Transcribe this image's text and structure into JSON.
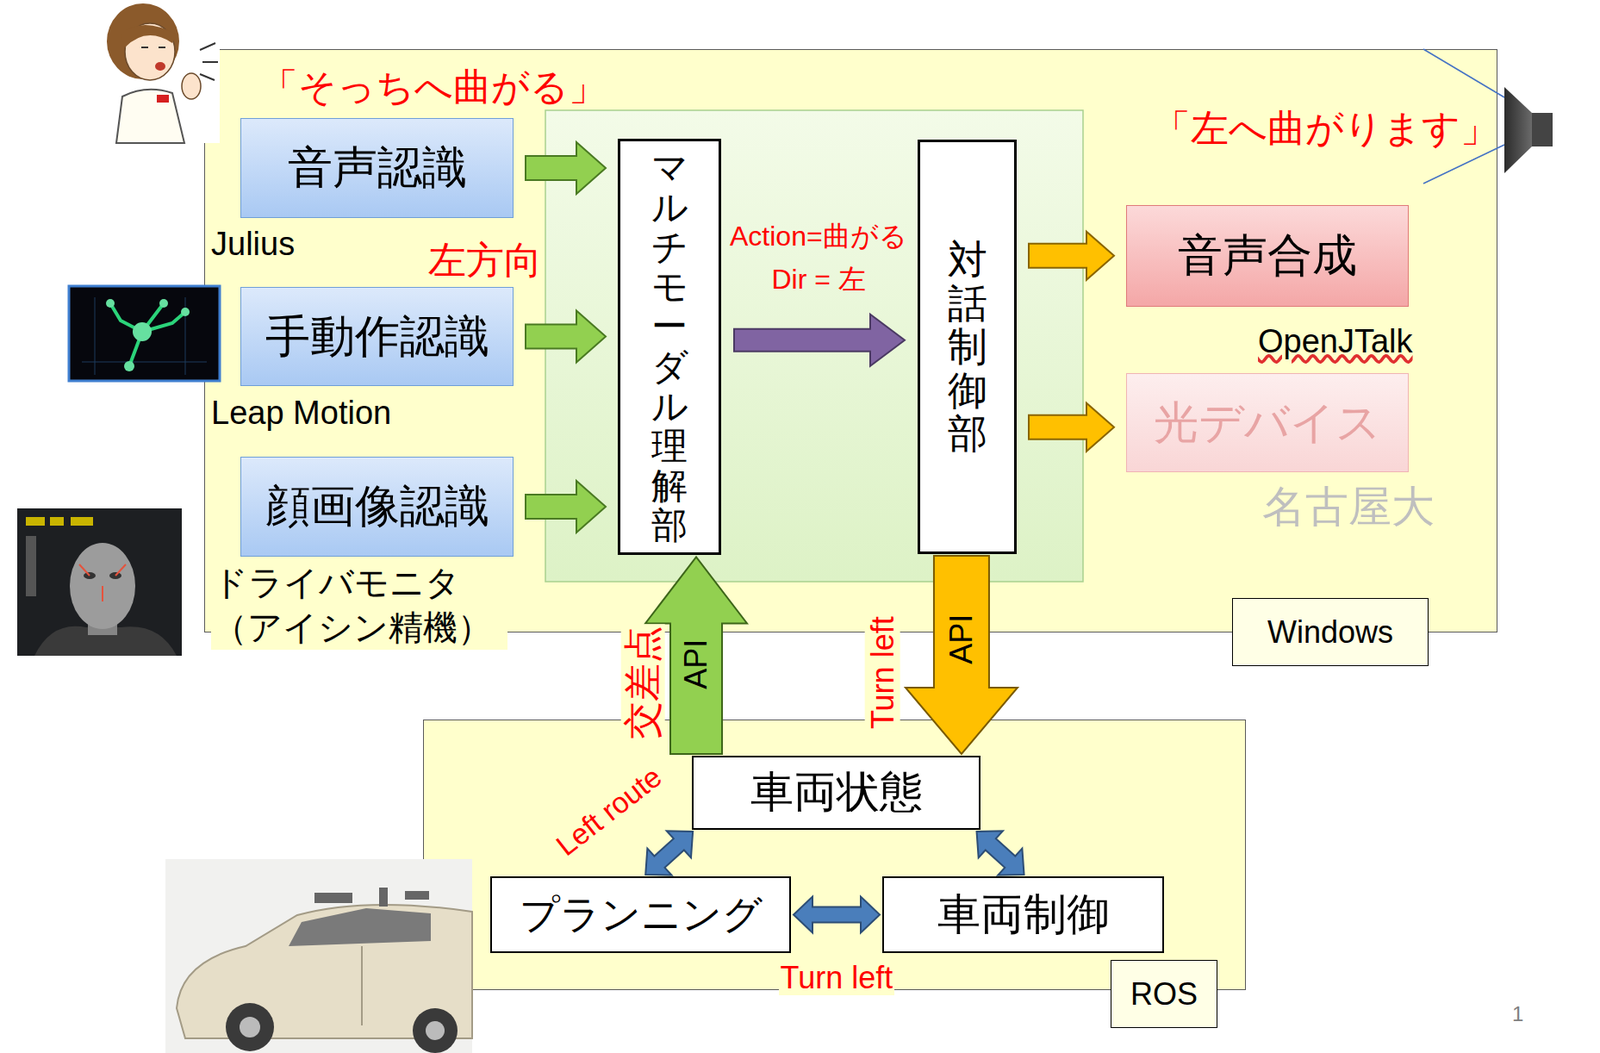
{
  "diagram": {
    "nodes": [
      {
        "text": [
          "Windows"
        ]
      },
      {
        "text": [
          "音声認識"
        ],
        "in": 0
      },
      {
        "text": [
          "手動作認識"
        ],
        "in": 0
      },
      {
        "text": [
          "顔画像認識"
        ],
        "in": 0
      },
      {
        "text": [
          "マルチモーダル理解部"
        ],
        "in": 0
      },
      {
        "text": [
          "対話制御部"
        ],
        "in": 0
      },
      {
        "text": [
          "音声合成"
        ],
        "in": 0
      },
      {
        "text": [
          "光デバイス"
        ],
        "in": 0
      },
      {
        "text": [
          "ROS"
        ]
      },
      {
        "text": [
          "車両状態"
        ],
        "in": 8
      },
      {
        "text": [
          "プランニング"
        ],
        "in": 8
      },
      {
        "text": [
          "車両制御"
        ],
        "in": 8
      }
    ],
    "edges": [
      {
        "from": 1,
        "to": 4,
        "arrow": "to"
      },
      {
        "from": 2,
        "to": 4,
        "arrow": "to",
        "label": "左方向"
      },
      {
        "from": 3,
        "to": 4,
        "arrow": "to"
      },
      {
        "from": 4,
        "to": 5,
        "arrow": "to"
      },
      {
        "from": 5,
        "to": 6,
        "arrow": "to"
      },
      {
        "from": 5,
        "to": 7,
        "arrow": "to"
      },
      {
        "from": 9,
        "to": 4,
        "arrow": "to",
        "label": "API"
      },
      {
        "from": 5,
        "to": 9,
        "arrow": "to",
        "label": "API"
      },
      {
        "from": 9,
        "to": 10,
        "arrow": "both",
        "label": "Left route"
      },
      {
        "from": 9,
        "to": 11,
        "arrow": "both"
      },
      {
        "from": 10,
        "to": 11,
        "arrow": "both",
        "label": "Turn left"
      }
    ],
    "labels": [
      "「そっちへ曲がる」",
      "「左へ曲がります」",
      "Julius",
      "Leap Motion",
      "ドライバモニタ （アイシン精機）",
      "OpenJTalk",
      "名古屋大",
      "Action=曲がる",
      "Dir = 左",
      "交差点",
      "Turn left",
      "1"
    ]
  }
}
